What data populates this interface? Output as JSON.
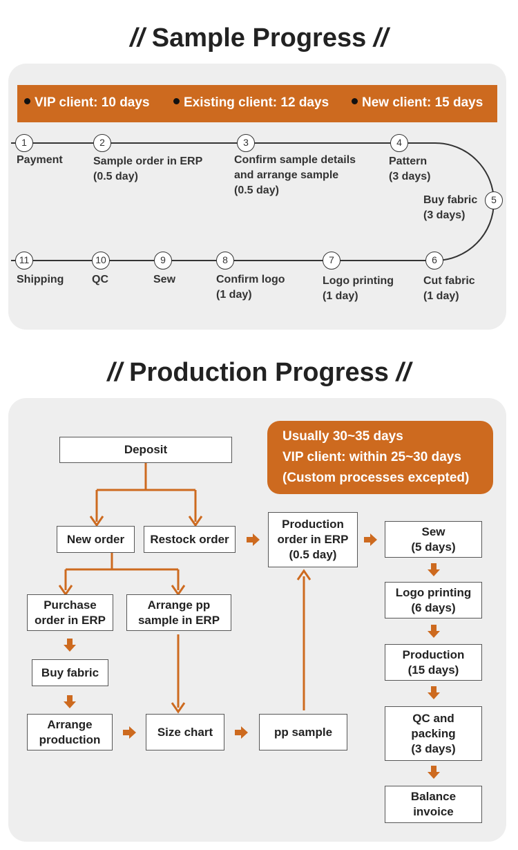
{
  "sample": {
    "title": "Sample Progress",
    "tiers": [
      {
        "label": "VIP client: 10 days"
      },
      {
        "label": "Existing client: 12 days"
      },
      {
        "label": "New client: 15 days"
      }
    ],
    "steps": [
      {
        "num": "1",
        "lines": [
          "Payment"
        ]
      },
      {
        "num": "2",
        "lines": [
          "Sample order in ERP",
          "(0.5 day)"
        ]
      },
      {
        "num": "3",
        "lines": [
          "Confirm sample details",
          "and arrange sample",
          "(0.5 day)"
        ]
      },
      {
        "num": "4",
        "lines": [
          "Pattern",
          "(3 days)"
        ]
      },
      {
        "num": "5",
        "lines": [
          "Buy fabric",
          "(3 days)"
        ]
      },
      {
        "num": "6",
        "lines": [
          "Cut fabric",
          "(1 day)"
        ]
      },
      {
        "num": "7",
        "lines": [
          "Logo printing",
          "(1 day)"
        ]
      },
      {
        "num": "8",
        "lines": [
          "Confirm logo",
          "(1 day)"
        ]
      },
      {
        "num": "9",
        "lines": [
          "Sew"
        ]
      },
      {
        "num": "10",
        "lines": [
          "QC"
        ]
      },
      {
        "num": "11",
        "lines": [
          "Shipping"
        ]
      }
    ]
  },
  "production": {
    "title": "Production Progress",
    "info": [
      "Usually 30~35 days",
      "VIP client: within 25~30 days",
      "(Custom processes excepted)"
    ],
    "boxes": {
      "deposit": [
        "Deposit"
      ],
      "new_order": [
        "New order"
      ],
      "restock_order": [
        "Restock order"
      ],
      "purchase_order": [
        "Purchase",
        "order in ERP"
      ],
      "arrange_pp": [
        "Arrange pp",
        "sample in ERP"
      ],
      "buy_fabric": [
        "Buy fabric"
      ],
      "arrange_production": [
        "Arrange",
        "production"
      ],
      "size_chart": [
        "Size chart"
      ],
      "pp_sample": [
        "pp sample"
      ],
      "production_order": [
        "Production",
        "order in ERP",
        "(0.5 day)"
      ],
      "sew": [
        "Sew",
        "(5 days)"
      ],
      "logo_printing": [
        "Logo printing",
        "(6 days)"
      ],
      "production_step": [
        "Production",
        "(15 days)"
      ],
      "qc_packing": [
        "QC and",
        "packing",
        "(3 days)"
      ],
      "balance_invoice": [
        "Balance",
        "invoice"
      ]
    }
  },
  "colors": {
    "accent": "#cd6a1f",
    "panel": "#eeeeee",
    "line": "#333333"
  }
}
